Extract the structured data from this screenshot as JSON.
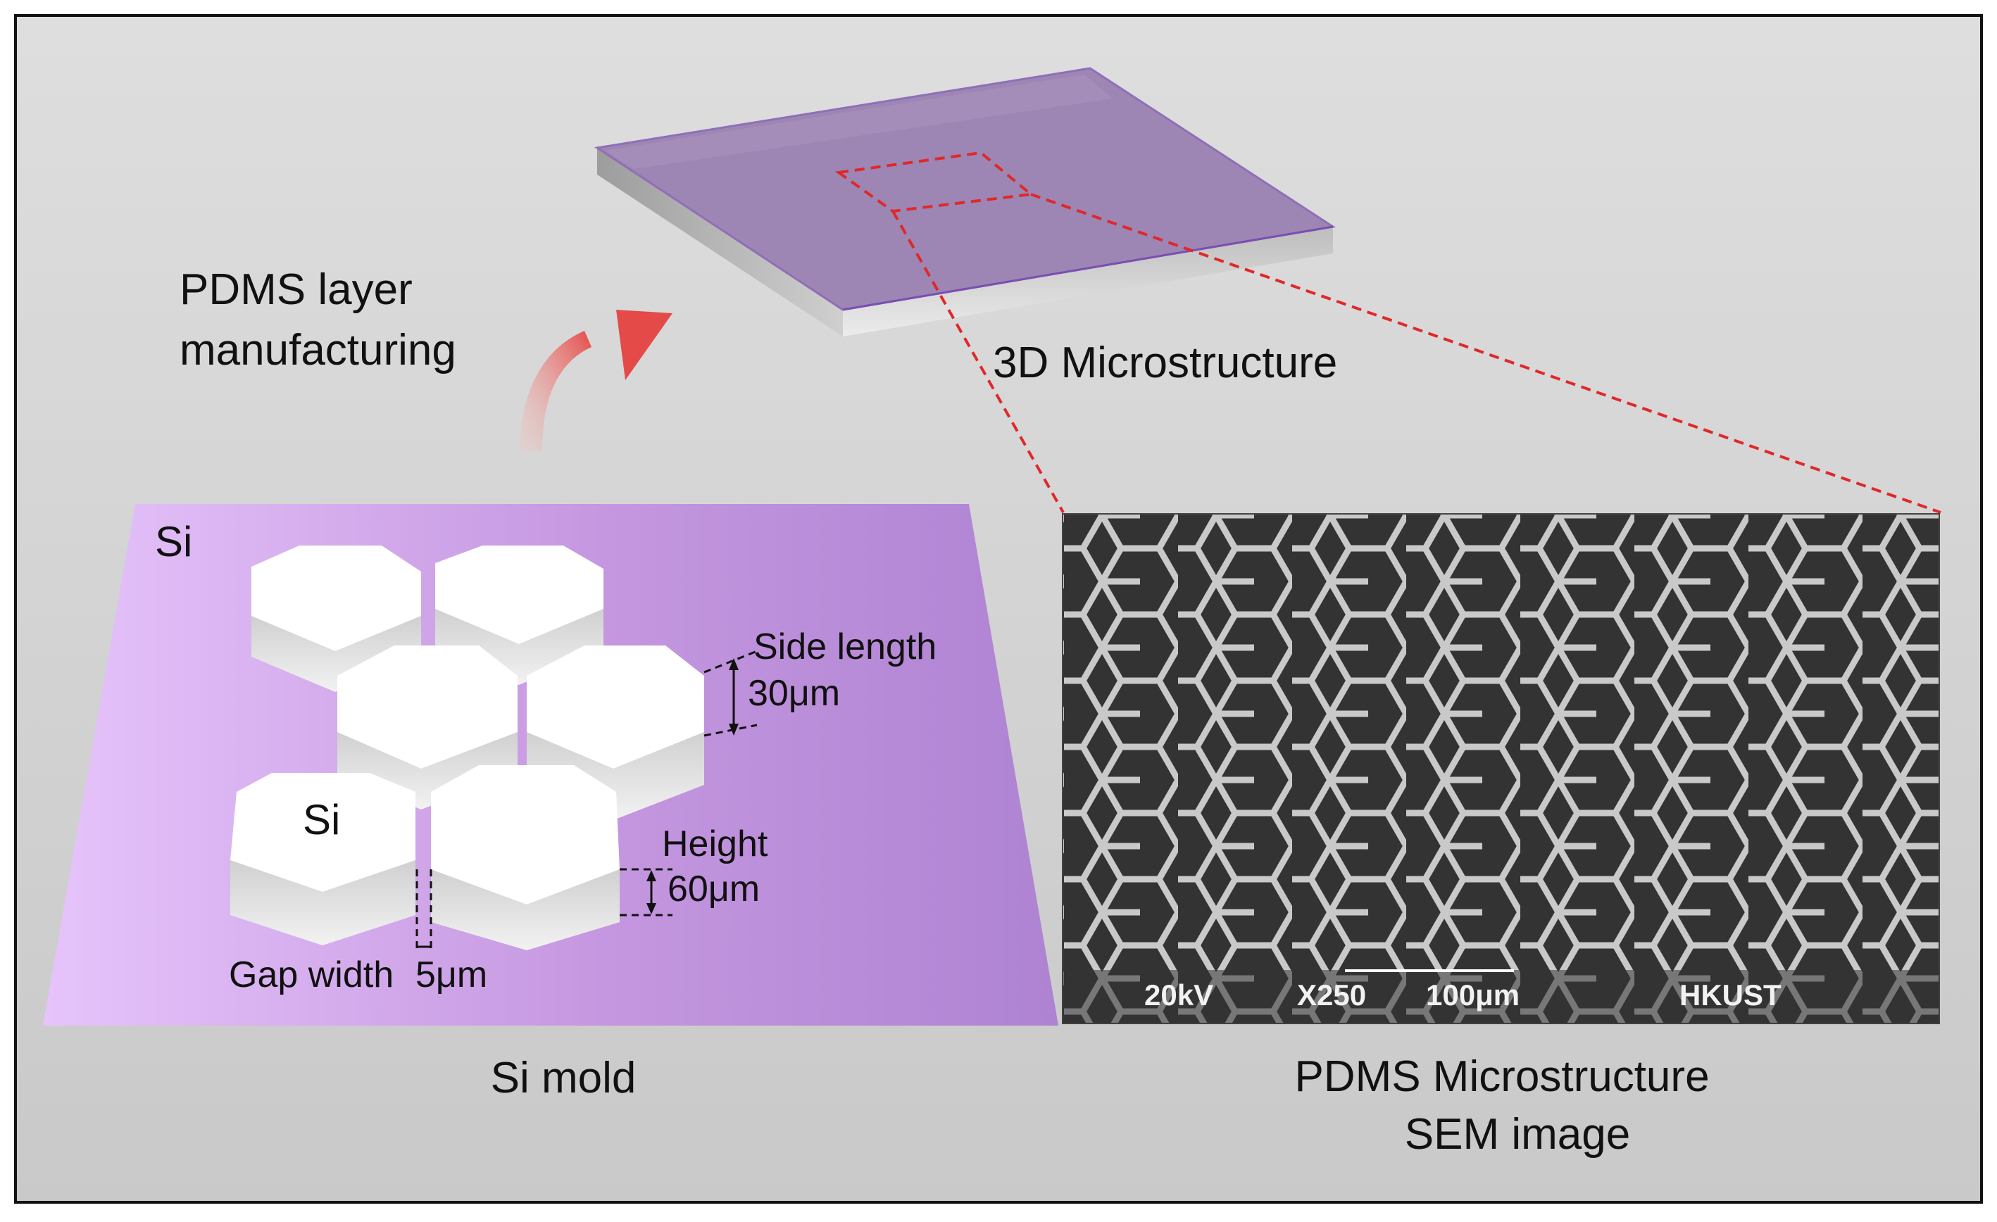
{
  "labels": {
    "process_line1": "PDMS layer",
    "process_line2": "manufacturing",
    "microstructure_3d": "3D Microstructure",
    "si_substrate": "Si",
    "si_pillar": "Si",
    "side_length_label": "Side length",
    "side_length_value": "30μm",
    "height_label": "Height",
    "height_value": "60μm",
    "gap_width_label": "Gap width",
    "gap_width_value": "5μm",
    "si_mold_caption": "Si mold",
    "pdms_caption_line1": "PDMS Microstructure",
    "pdms_caption_line2": "SEM image"
  },
  "sem": {
    "voltage": "20kV",
    "magnification": "X250",
    "scale": "100μm",
    "institution": "HKUST"
  },
  "colors": {
    "background_gray": "#cfcfcf",
    "substrate_purple": "#c89ce4",
    "pdms_layer": "#9d86b4",
    "highlight_red": "#e0282a",
    "sem_background": "#333333",
    "sem_walls": "#c9c9c9"
  }
}
